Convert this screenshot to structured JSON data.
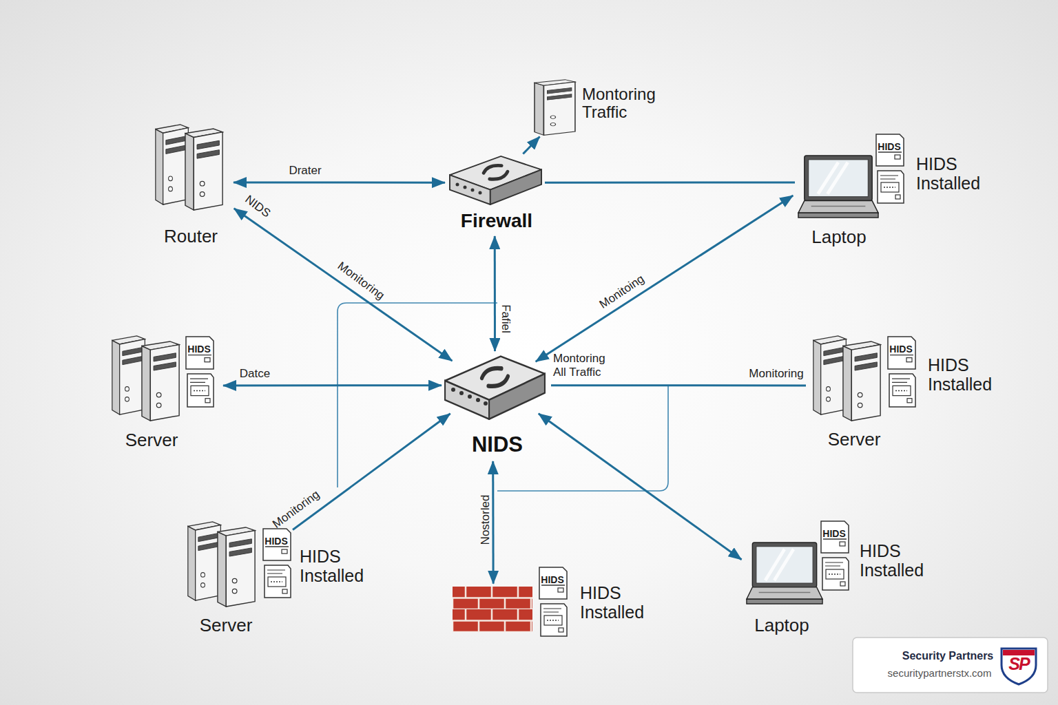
{
  "diagram": {
    "nodes": [
      {
        "text": [
          "Montoring Traffic"
        ]
      },
      {
        "text": [
          "Router"
        ]
      },
      {
        "text": [
          "Firewall"
        ]
      },
      {
        "text": [
          "HIDS",
          "HIDS Installed",
          "Laptop"
        ]
      },
      {
        "text": [
          "HIDS",
          "Server"
        ]
      },
      {
        "text": [
          "NIDS"
        ]
      },
      {
        "text": [
          "HIDS",
          "HIDS Installed",
          "Server"
        ]
      },
      {
        "text": [
          "HIDS",
          "HIDS Installed",
          "Server"
        ]
      },
      {
        "text": [
          "HIDS",
          "HIDS Installed"
        ]
      },
      {
        "text": [
          "HIDS",
          "HIDS Installed",
          "Laptop"
        ]
      }
    ],
    "edges": [
      {
        "from": 1,
        "to": 2,
        "arrow": "both",
        "label": "Drater"
      },
      {
        "from": 2,
        "to": 0,
        "arrow": "to"
      },
      {
        "from": 2,
        "to": 3,
        "arrow": "none"
      },
      {
        "from": 1,
        "to": 5,
        "arrow": "both",
        "label": "Monitoring"
      },
      {
        "from": 2,
        "to": 5,
        "arrow": "both",
        "label": "Fafiel"
      },
      {
        "from": 3,
        "to": 5,
        "arrow": "both",
        "label": "Monitoing"
      },
      {
        "from": 4,
        "to": 5,
        "arrow": "both",
        "label": "Datce"
      },
      {
        "from": 6,
        "to": 5,
        "arrow": "none",
        "label": "Monitoring"
      },
      {
        "from": 7,
        "to": 5,
        "arrow": "to",
        "label": "Monitoring"
      },
      {
        "from": 8,
        "to": 5,
        "arrow": "both",
        "label": "Nostorled"
      },
      {
        "from": 9,
        "to": 5,
        "arrow": "both"
      }
    ],
    "labels": [
      "NIDS",
      "Montoring All Traffic",
      "Security Partners",
      "securitypartnerstx.com",
      "SP"
    ]
  }
}
